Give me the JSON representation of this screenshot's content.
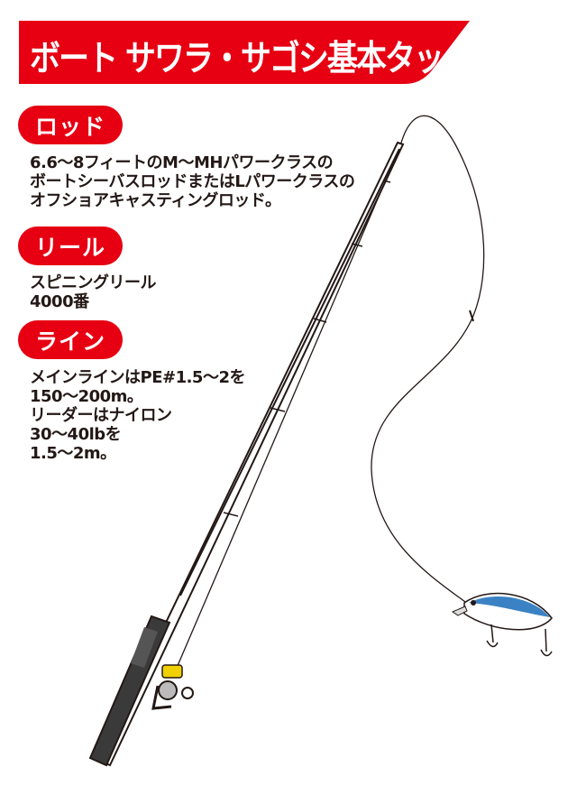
{
  "title": "ボート サワラ・サゴシ基本タックル",
  "colors": {
    "accent": "#e60012",
    "text": "#231815",
    "lure_blue": "#3b82c4"
  },
  "sections": [
    {
      "label": "ロッド",
      "lines": [
        "6.6〜8フィートのM〜MHパワークラスの",
        "ボートシーバスロッドまたはLパワークラスの",
        "オフショアキャスティングロッド。"
      ]
    },
    {
      "label": "リール",
      "lines": [
        "スピニングリール",
        "4000番"
      ]
    },
    {
      "label": "ライン",
      "lines": [
        "メインラインはPE#1.5〜2を",
        "150〜200m。",
        "リーダーはナイロン",
        "30〜40lbを",
        "1.5〜2m。"
      ]
    }
  ]
}
